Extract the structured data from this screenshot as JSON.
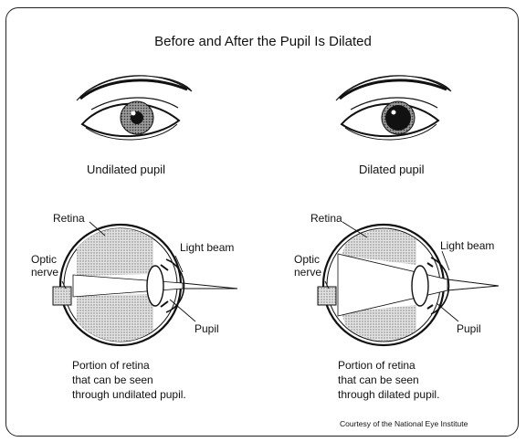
{
  "title": "Before and After the Pupil Is Dilated",
  "left": {
    "caption": "Undilated pupil",
    "labels": {
      "retina": "Retina",
      "optic_line1": "Optic",
      "optic_line2": "nerve",
      "light_beam": "Light beam",
      "pupil": "Pupil"
    },
    "note": [
      "Portion of retina",
      "that can be seen",
      "through undilated pupil."
    ]
  },
  "right": {
    "caption": "Dilated pupil",
    "labels": {
      "retina": "Retina",
      "optic_line1": "Optic",
      "optic_line2": "nerve",
      "light_beam": "Light beam",
      "pupil": "Pupil"
    },
    "note": [
      "Portion of retina",
      "that can be seen",
      "through dilated pupil."
    ]
  },
  "credit": "Courtesy of the National Eye Institute",
  "colors": {
    "ink": "#111111",
    "stipple": "#bdbdbd",
    "background": "#ffffff"
  }
}
